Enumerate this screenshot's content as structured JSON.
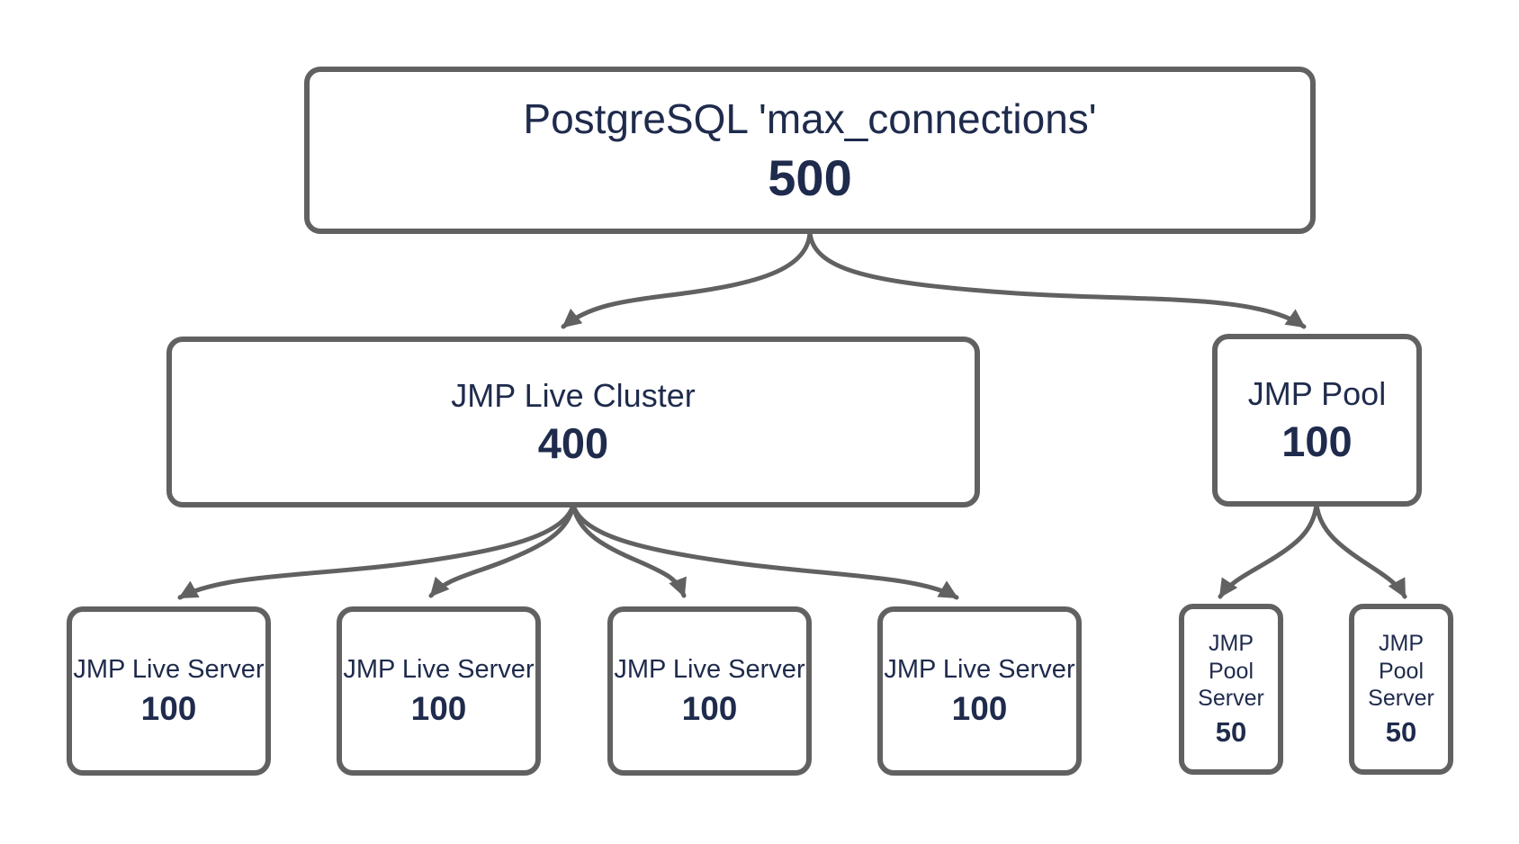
{
  "colors": {
    "box_border": "#616161",
    "arrow": "#616161",
    "text": "#1f2b4c",
    "bg": "#ffffff"
  },
  "nodes": {
    "root": {
      "label": "PostgreSQL 'max_connections'",
      "value": "500"
    },
    "cluster": {
      "label": "JMP Live Cluster",
      "value": "400"
    },
    "pool": {
      "label": "JMP Pool",
      "value": "100"
    },
    "live_servers": [
      {
        "label": "JMP Live Server",
        "value": "100"
      },
      {
        "label": "JMP Live Server",
        "value": "100"
      },
      {
        "label": "JMP Live Server",
        "value": "100"
      },
      {
        "label": "JMP Live Server",
        "value": "100"
      }
    ],
    "pool_servers": [
      {
        "label": "JMP Pool Server",
        "value": "50"
      },
      {
        "label": "JMP Pool Server",
        "value": "50"
      }
    ]
  },
  "edges": [
    {
      "from": "postgresql-max-connections",
      "to": "jmp-live-cluster"
    },
    {
      "from": "postgresql-max-connections",
      "to": "jmp-pool"
    },
    {
      "from": "jmp-live-cluster",
      "to": "jmp-live-server-1"
    },
    {
      "from": "jmp-live-cluster",
      "to": "jmp-live-server-2"
    },
    {
      "from": "jmp-live-cluster",
      "to": "jmp-live-server-3"
    },
    {
      "from": "jmp-live-cluster",
      "to": "jmp-live-server-4"
    },
    {
      "from": "jmp-pool",
      "to": "jmp-pool-server-1"
    },
    {
      "from": "jmp-pool",
      "to": "jmp-pool-server-2"
    }
  ]
}
